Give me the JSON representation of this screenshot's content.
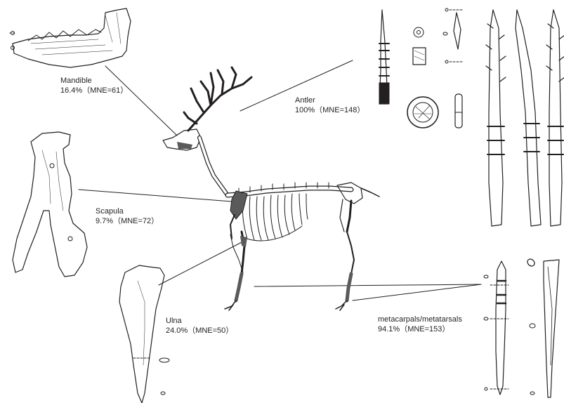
{
  "labels": {
    "mandible": {
      "name": "Mandible",
      "stat": "16.4%（MNE=61）"
    },
    "antler": {
      "name": "Antler",
      "stat": "100%（MNE=148）"
    },
    "scapula": {
      "name": "Scapula",
      "stat": "9.7%（MNE=72）"
    },
    "ulna": {
      "name": "Ulna",
      "stat": "24.0%（MNE=50）"
    },
    "metapodials": {
      "name": "metacarpals/metatarsals",
      "stat": "94.1%（MNE=153）"
    }
  },
  "colors": {
    "ink": "#231f20",
    "highlight": "#5a5a5a",
    "paper": "#ffffff"
  }
}
